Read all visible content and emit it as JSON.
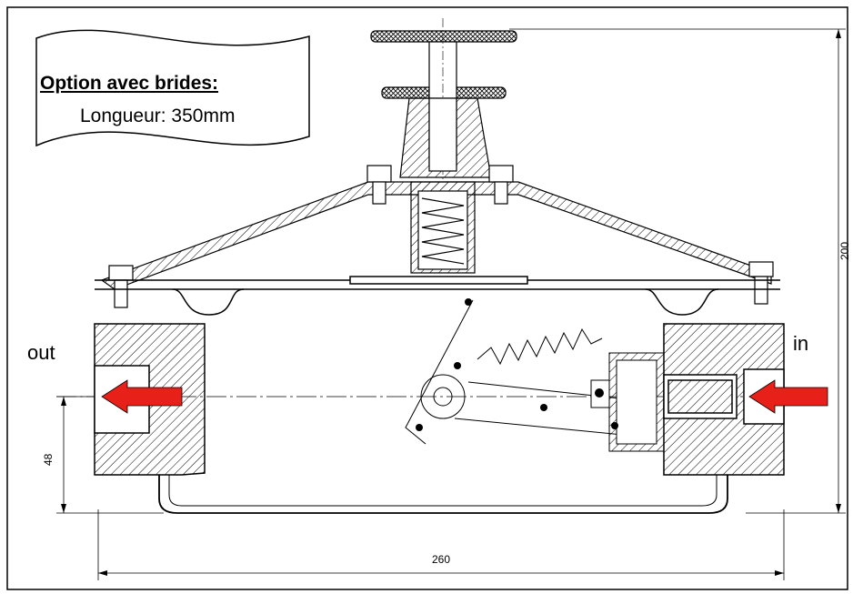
{
  "callout": {
    "title": "Option avec brides:",
    "subtitle": "Longueur: 350mm"
  },
  "labels": {
    "outlet": "out",
    "inlet": "in"
  },
  "dimensions": {
    "length": "260",
    "height": "200",
    "axis_height": "48"
  },
  "colors": {
    "flow_arrow": "#e8201a",
    "line": "#000000",
    "background": "#ffffff"
  }
}
